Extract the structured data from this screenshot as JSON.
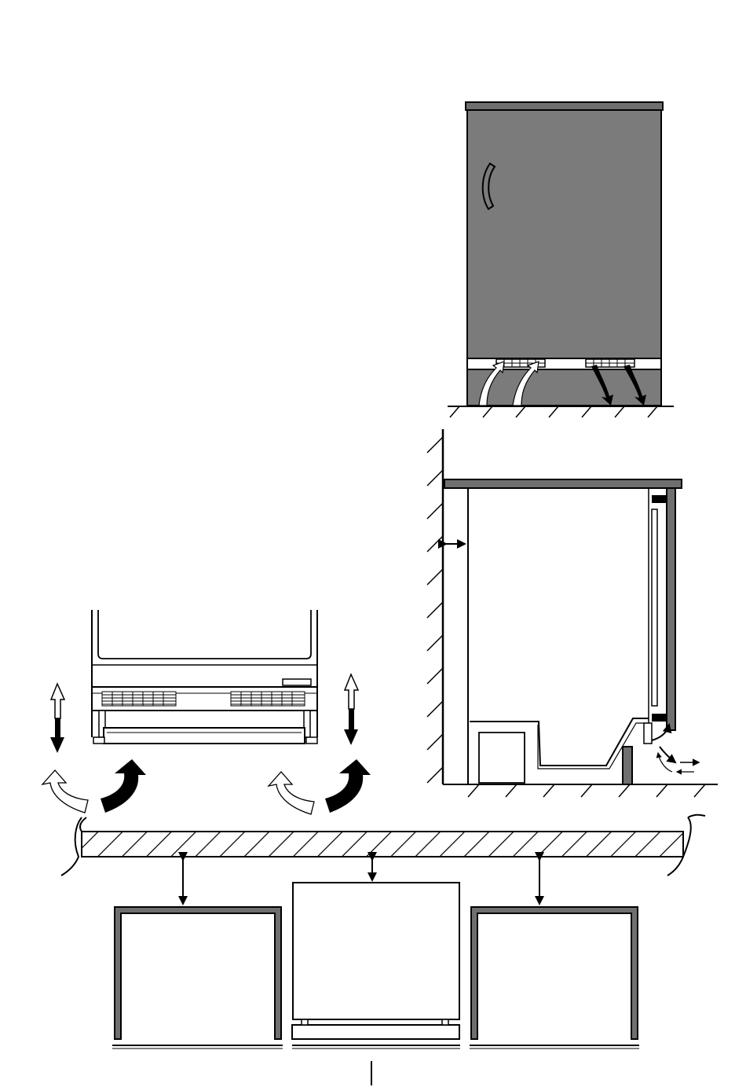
{
  "figure": {
    "description_free": true,
    "colors": {
      "cabinet_fill": "#7a7b7a",
      "outline": "#000000",
      "background": "#ffffff",
      "airflow_out": "#000000",
      "airflow_in": "#ffffff",
      "counter_fill": "#6e6f6e"
    },
    "views": [
      {
        "id": "front-elevation",
        "icon": "appliance-front-view"
      },
      {
        "id": "side-section",
        "icon": "appliance-side-section"
      },
      {
        "id": "base-plinth-detail",
        "icon": "appliance-base-detail"
      },
      {
        "id": "installation-plan",
        "icon": "cabinet-gap-plan"
      }
    ]
  }
}
